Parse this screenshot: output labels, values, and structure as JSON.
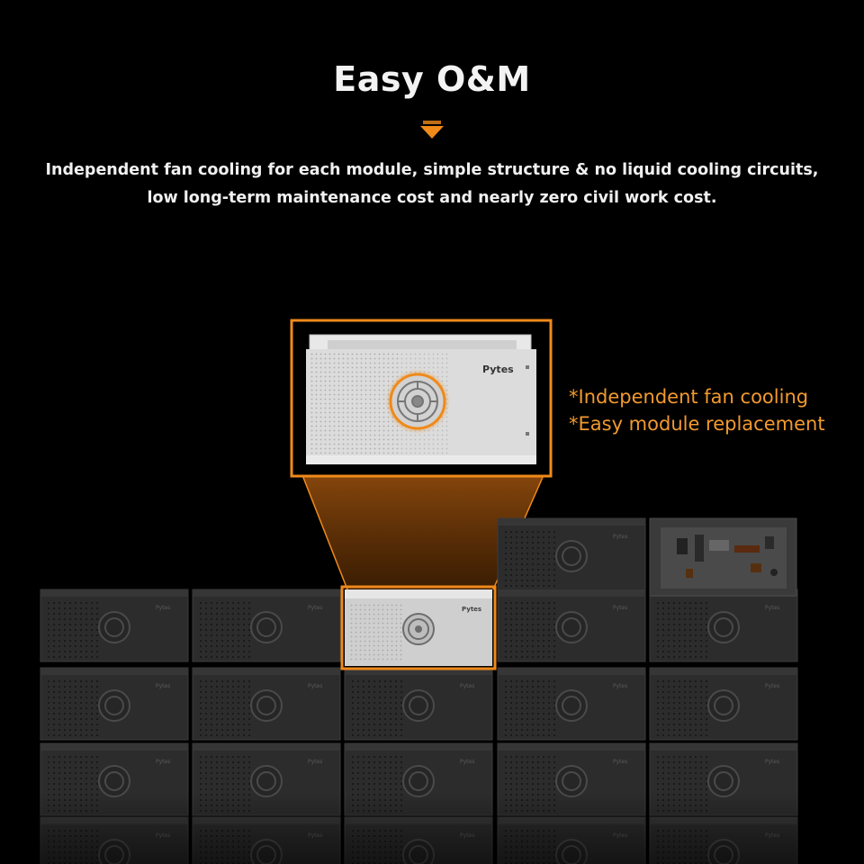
{
  "header": {
    "title": "Easy O&M",
    "description_line1": "Independent fan cooling for each module, simple structure & no liquid cooling circuits,",
    "description_line2": "low long-term maintenance cost and nearly zero civil work cost."
  },
  "callout": {
    "features": [
      "*Independent fan cooling",
      "*Easy module replacement"
    ]
  },
  "module": {
    "brand": "Pytes"
  },
  "colors": {
    "accent": "#ef8a1a",
    "background": "#000000",
    "module_highlight": "#d9d9d9",
    "module_dim": "#2b2b2b"
  },
  "icons": {
    "title_arrow": "chevron-down-arrow-icon",
    "fan": "fan-grille-icon"
  }
}
